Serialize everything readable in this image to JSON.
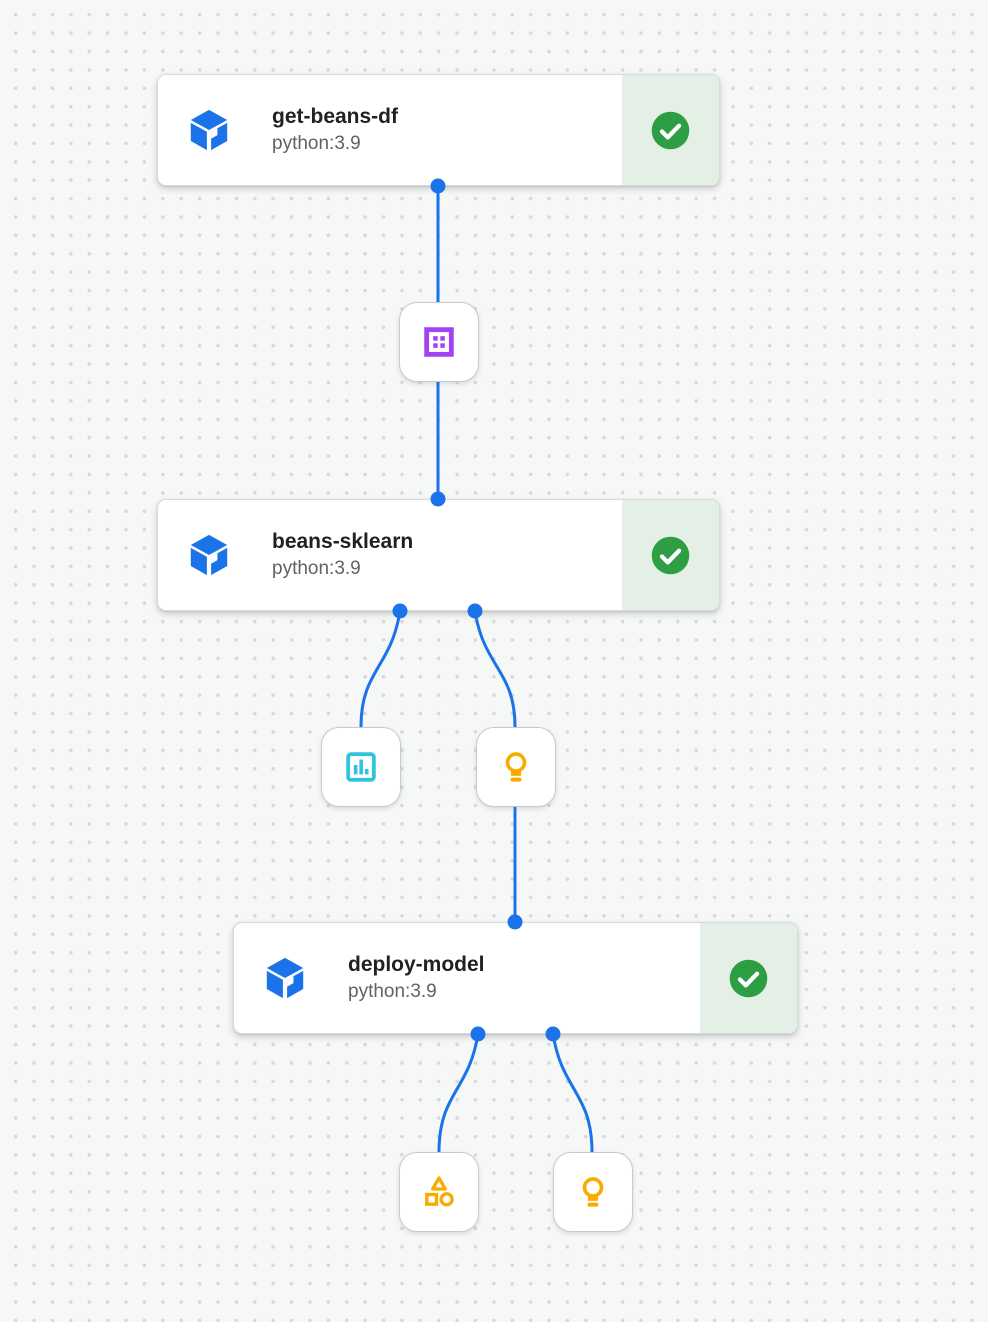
{
  "pipeline": {
    "tasks": [
      {
        "label": "get-beans-df",
        "runtime": "python:3.9",
        "status": "succeeded",
        "status_icon": "check-circle"
      },
      {
        "label": "beans-sklearn",
        "runtime": "python:3.9",
        "status": "succeeded",
        "status_icon": "check-circle"
      },
      {
        "label": "deploy-model",
        "runtime": "python:3.9",
        "status": "succeeded",
        "status_icon": "check-circle"
      }
    ],
    "artifacts": [
      {
        "icon": "dataset-icon",
        "color": "#a142f4"
      },
      {
        "icon": "metrics-icon",
        "color": "#33c3dd"
      },
      {
        "icon": "model-icon",
        "color": "#f9ab00"
      },
      {
        "icon": "artifact-icon",
        "color": "#f9ab00"
      },
      {
        "icon": "model-icon",
        "color": "#f9ab00"
      }
    ],
    "colors": {
      "edge_blue": "#1a73e8",
      "task_cube_blue": "#1a73e8",
      "success_green": "#2e9e45",
      "success_panel_bg": "#e4f0e6",
      "canvas_bg": "#f6f7f7",
      "canvas_dot": "#d7d8d9"
    }
  }
}
